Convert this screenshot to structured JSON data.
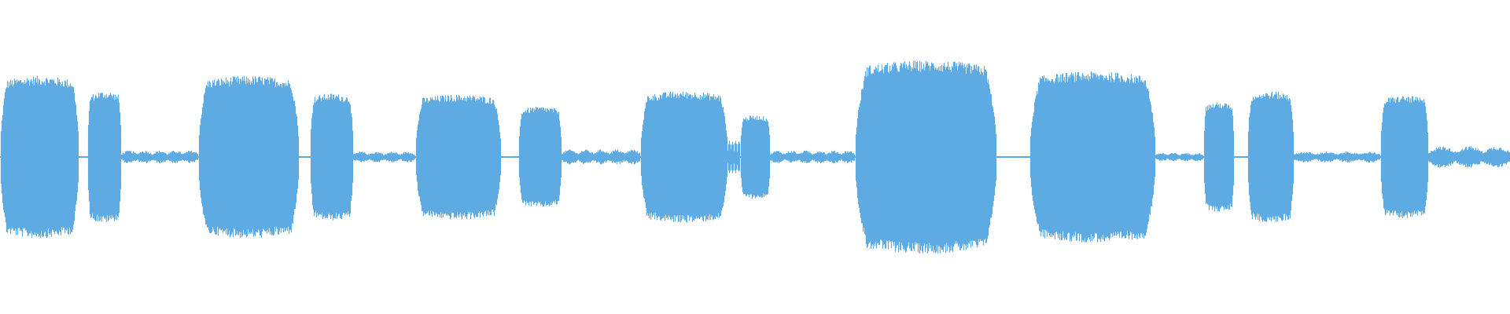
{
  "waveform": {
    "color": "#5dabe2",
    "background": "#ffffff",
    "segments": [
      {
        "start": 0.0,
        "end": 0.052,
        "level": 0.74
      },
      {
        "start": 0.058,
        "end": 0.08,
        "level": 0.6
      },
      {
        "start": 0.131,
        "end": 0.198,
        "level": 0.74
      },
      {
        "start": 0.205,
        "end": 0.234,
        "level": 0.58
      },
      {
        "start": 0.275,
        "end": 0.332,
        "level": 0.57
      },
      {
        "start": 0.343,
        "end": 0.372,
        "level": 0.46
      },
      {
        "start": 0.424,
        "end": 0.482,
        "level": 0.6
      },
      {
        "start": 0.49,
        "end": 0.51,
        "level": 0.38
      },
      {
        "start": 0.566,
        "end": 0.66,
        "level": 0.88
      },
      {
        "start": 0.682,
        "end": 0.765,
        "level": 0.78
      },
      {
        "start": 0.797,
        "end": 0.817,
        "level": 0.5
      },
      {
        "start": 0.826,
        "end": 0.857,
        "level": 0.6
      },
      {
        "start": 0.914,
        "end": 0.946,
        "level": 0.56
      }
    ],
    "low_activity": [
      {
        "start": 0.08,
        "end": 0.131,
        "level": 0.06
      },
      {
        "start": 0.234,
        "end": 0.275,
        "level": 0.05
      },
      {
        "start": 0.372,
        "end": 0.424,
        "level": 0.07
      },
      {
        "start": 0.482,
        "end": 0.49,
        "level": 0.15
      },
      {
        "start": 0.51,
        "end": 0.566,
        "level": 0.06
      },
      {
        "start": 0.765,
        "end": 0.797,
        "level": 0.04
      },
      {
        "start": 0.857,
        "end": 0.914,
        "level": 0.05
      },
      {
        "start": 0.946,
        "end": 1.0,
        "level": 0.1
      }
    ]
  }
}
